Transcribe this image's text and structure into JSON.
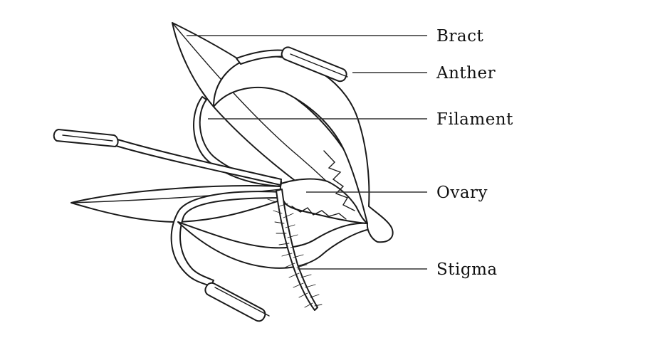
{
  "diagram": {
    "labels": {
      "bract": "Bract",
      "anther": "Anther",
      "filament": "Filament",
      "ovary": "Ovary",
      "stigma": "Stigma"
    }
  }
}
